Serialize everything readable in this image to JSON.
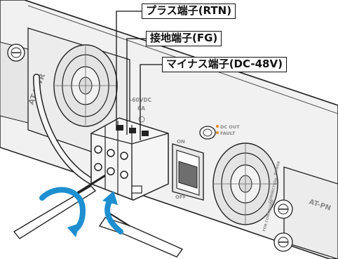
{
  "callouts": {
    "plus": "プラス端子(RTN)",
    "ground": "接地端子(FG)",
    "minus": "マイナス端子(DC-48V)"
  },
  "panel": {
    "left_model": "AT-PWR",
    "right_model": "AT-PN",
    "voltage": "-60VDC",
    "current": "6A",
    "dc_out": "DC OUT",
    "fault": "FAULT",
    "switch_on": "ON",
    "switch_off": "OFF",
    "side_text_1": "POWER",
    "side_text_2": "CONNECTION",
    "side_text_3": "FOR CONTINUED"
  },
  "colors": {
    "arrow": "#1e8fd0",
    "panel_line": "#222222",
    "panel_fill": "#ededed",
    "terminal_fill": "#f4f4f4"
  }
}
